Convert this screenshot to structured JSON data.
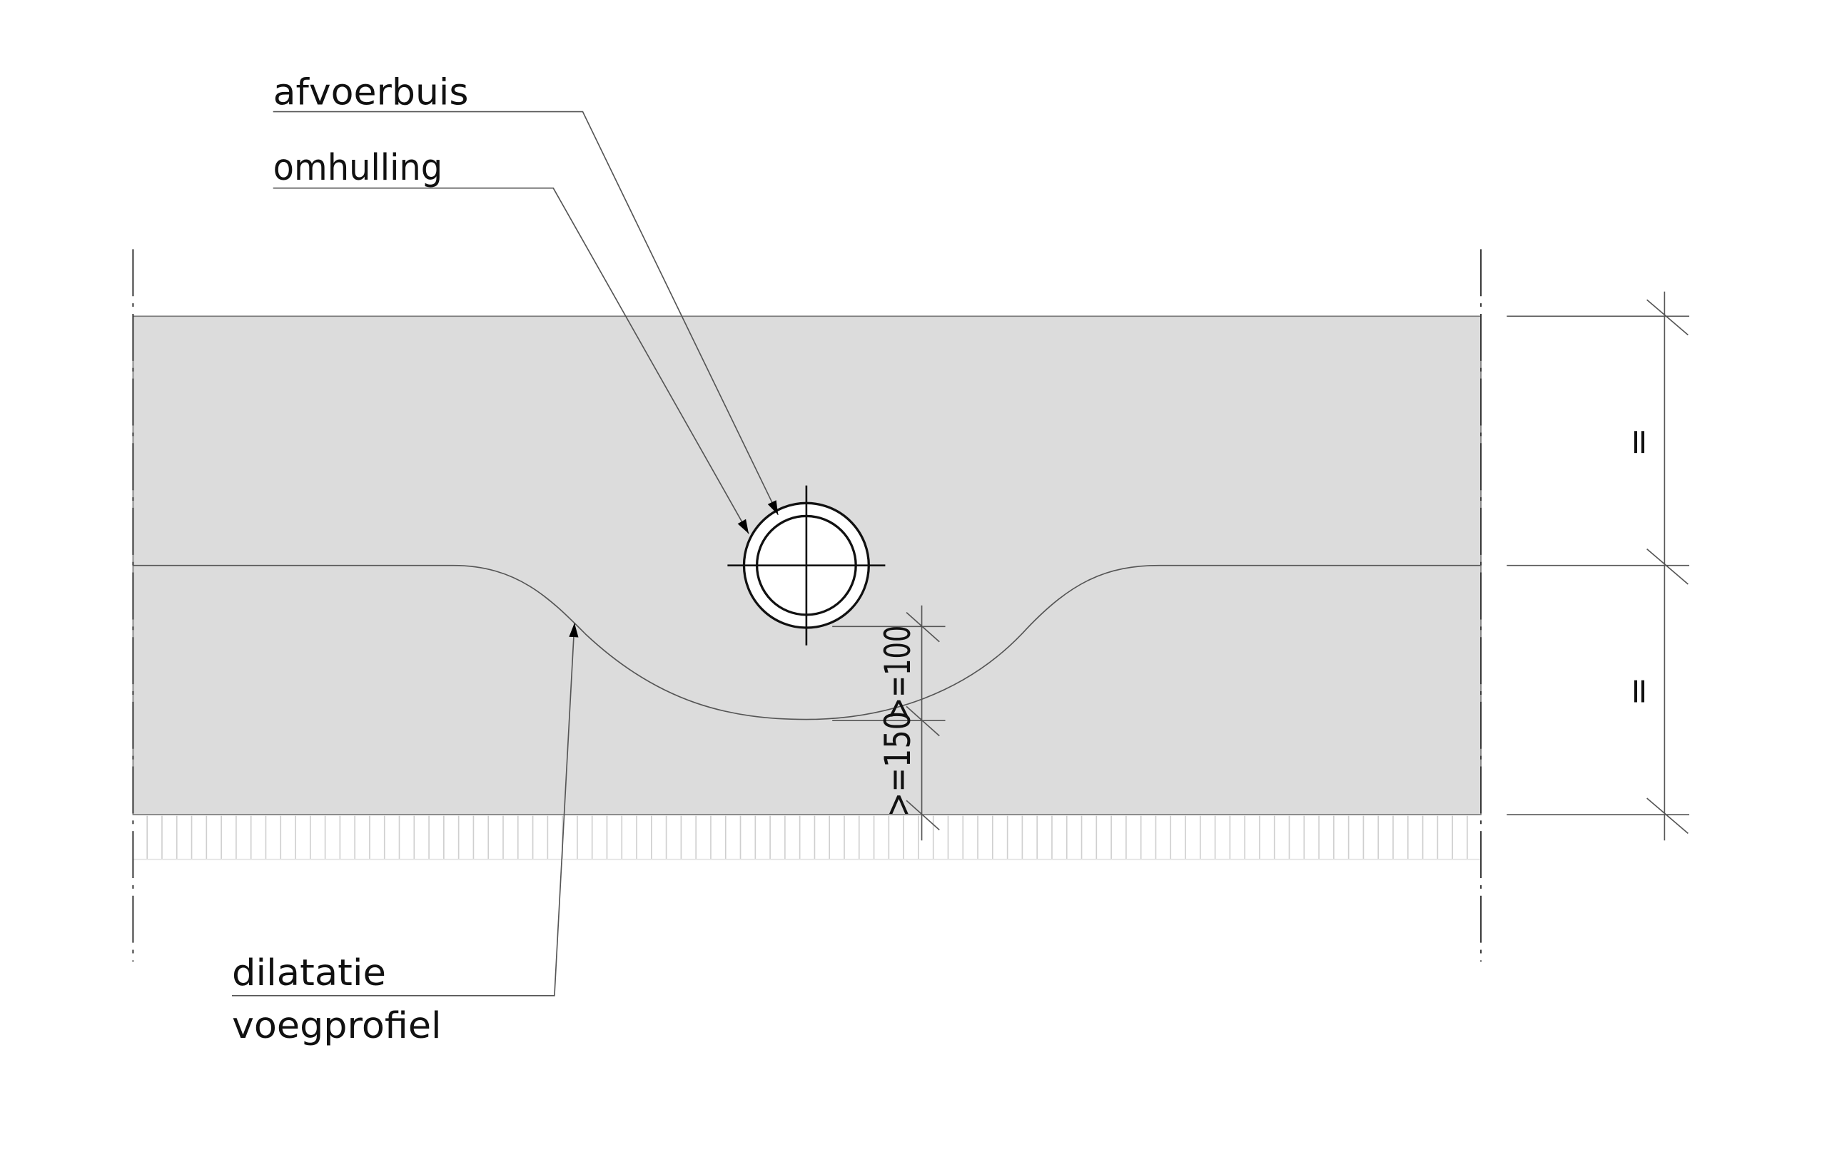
{
  "labels": {
    "afvoerbuis": "afvoerbuis",
    "omhulling": "omhulling",
    "dilatatie": "dilatatie",
    "voegprofiel": "voegprofiel"
  },
  "dimensions": {
    "min_cover_bottom": ">=150",
    "min_cover_pipe": ">=100",
    "equal_top": "=",
    "equal_bottom": "="
  },
  "colors": {
    "slab_fill": "#dcdcdc",
    "line": "#111111",
    "hatch": "#cfcfcf"
  }
}
